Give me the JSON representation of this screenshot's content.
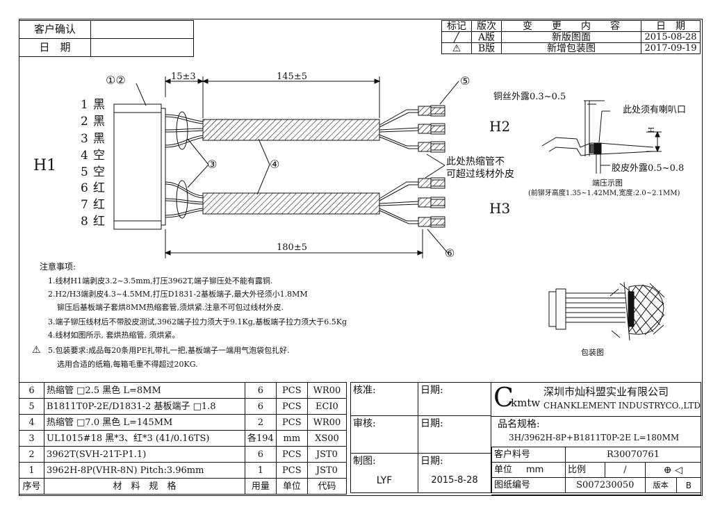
{
  "customer_box": {
    "confirm_label": "客户确认",
    "date_label": "日　期",
    "confirm_value": "",
    "date_value": ""
  },
  "revision": {
    "headers": [
      "标记",
      "版次",
      "变　　更　　内　　容",
      "日　期"
    ],
    "rows": [
      {
        "mark": "╱",
        "version": "A版",
        "content": "新版图面",
        "date": "2015-08-28"
      },
      {
        "mark": "⚠",
        "version": "B版",
        "content": "新增包装图",
        "date": "2017-09-19"
      }
    ]
  },
  "drawing": {
    "ends": {
      "left": "H1",
      "right_top": "H2",
      "right_bottom": "H3"
    },
    "pins": [
      {
        "num": "1",
        "label": "黑"
      },
      {
        "num": "2",
        "label": "黑"
      },
      {
        "num": "3",
        "label": "黑"
      },
      {
        "num": "4",
        "label": "空"
      },
      {
        "num": "5",
        "label": "空"
      },
      {
        "num": "6",
        "label": "红"
      },
      {
        "num": "7",
        "label": "红"
      },
      {
        "num": "8",
        "label": "红"
      }
    ],
    "dims": {
      "strip": "15±3",
      "sleeve": "145±5",
      "total": "180±5"
    },
    "callouts": {
      "c12": "①②",
      "c3": "③",
      "c4": "④",
      "c5": "⑤",
      "c6": "⑥"
    },
    "heatshrink_note_1": "此处热缩管不",
    "heatshrink_note_2": "可超过线材外皮",
    "crimp": {
      "copper": "铜丝外露0.3~0.5",
      "flare": "此处须有喇叭口",
      "jacket": "胶皮外露0.5~0.8",
      "h_label": "H",
      "title": "端压示图",
      "spec": "(前铆牙高度1.35~1.42MM,宽度:2.0~2.1MM)"
    },
    "packing_label": "包装图"
  },
  "notes": {
    "title": "注意事项:",
    "items": [
      "1.线材H1端剥皮3.2~3.5mm,打压3962T,端子铆压处不能有露铜.",
      "2.H2/H3端剥皮4.3~4.5MM,打压D1831-2基板端子,最大外径须小1.8MM",
      "铆压后基板端子套烘8MM热缩套管,须烘紧.注意不可包过线材外皮.",
      "3.端子铆压线材后不带胶皮测试,3962端子拉力须大于9.1Kg,基板端子拉力须大于6.5Kg",
      "4.线材如图所示, 套烘热缩管, 须烘紧。",
      "5.包装要求:成品每20条用PE扎带扎一把,基板端子一端用气泡袋包扎好.",
      "选用合适的纸箱,每箱毛重不得超过20KG."
    ]
  },
  "bom": {
    "rows": [
      {
        "no": "6",
        "spec": "热缩管 □2.5 黑色 L=8MM",
        "qty": "6",
        "unit": "PCS",
        "code": "WR00"
      },
      {
        "no": "5",
        "spec": "B1811T0P-2E/D1831-2 基板端子 □1.8",
        "qty": "6",
        "unit": "PCS",
        "code": "ECI0"
      },
      {
        "no": "4",
        "spec": "热缩管 □7.0 黑色 L=145MM",
        "qty": "2",
        "unit": "PCS",
        "code": "WR00"
      },
      {
        "no": "3",
        "spec": "UL1015#18 黑*3、红*3 (41/0.16TS)",
        "qty": "各194",
        "unit": "mm",
        "code": "XS00"
      },
      {
        "no": "2",
        "spec": "3962T(SVH-21T-P1.1)",
        "qty": "6",
        "unit": "PCS",
        "code": "JST0"
      },
      {
        "no": "1",
        "spec": "3962H-8P(VHR-8N) Pitch:3.96mm",
        "qty": "1",
        "unit": "PCS",
        "code": "JST0"
      }
    ],
    "header": {
      "no": "序号",
      "spec": "材　料　规　格",
      "qty": "用量",
      "unit": "单位",
      "code": "代码"
    }
  },
  "approval": {
    "check_label": "核准:",
    "check_date_label": "日期:",
    "review_label": "审核:",
    "review_date_label": "日期:",
    "draw_label": "制图:",
    "draw_date_label": "日期:",
    "drawer": "LYF",
    "draw_date": "2015-8-28"
  },
  "company": {
    "logo_c": "C",
    "logo_rest": "kmtw",
    "name_cn": "深圳市灿科盟实业有限公司",
    "name_en": "CHANKLEMENT INDUSTRYCO.,LTD"
  },
  "title_block": {
    "product_label": "品名规格:",
    "product_value": "3H/3962H-8P+B1811T0P-2E L=180MM",
    "part_label": "客户料号",
    "part_value": "R30070761",
    "unit_label": "单位",
    "unit_value": "mm",
    "scale_label": "比例",
    "scale_value": "/",
    "drawing_no_label": "图纸编号",
    "drawing_no_value": "S007230050",
    "version_label": "版本",
    "version_value": "B"
  }
}
